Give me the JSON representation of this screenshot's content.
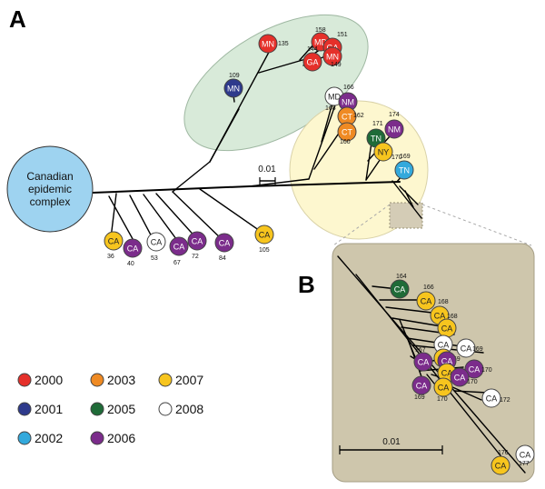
{
  "panels": {
    "a": "A",
    "b": "B"
  },
  "colors": {
    "2000": "#e5302a",
    "2001": "#2e3a8c",
    "2002": "#33a9dc",
    "2003": "#ef8a23",
    "2005": "#1f6b38",
    "2006": "#7b2c8b",
    "2007": "#f7c51e",
    "2008": "#ffffff"
  },
  "root": {
    "label_lines": [
      "Canadian",
      "epidemic",
      "complex"
    ]
  },
  "scale_a": "0.01",
  "scale_b": "0.01",
  "nodes_a": [
    {
      "state": "MN",
      "year": "2000",
      "num": "135"
    },
    {
      "state": "MD",
      "year": "2000",
      "num": "158"
    },
    {
      "state": "GA",
      "year": "2000",
      "num": "151"
    },
    {
      "state": "GA",
      "year": "2000",
      "num": "144"
    },
    {
      "state": "MN",
      "year": "2000",
      "num": "149"
    },
    {
      "state": "MN",
      "year": "2001",
      "num": "109"
    },
    {
      "state": "MD",
      "year": "2008",
      "num": "168"
    },
    {
      "state": "NM",
      "year": "2006",
      "num": "166"
    },
    {
      "state": "CT",
      "year": "2003",
      "num": "162"
    },
    {
      "state": "CT",
      "year": "2003",
      "num": "160"
    },
    {
      "state": "TN",
      "year": "2005",
      "num": "171"
    },
    {
      "state": "NM",
      "year": "2006",
      "num": "174"
    },
    {
      "state": "NY",
      "year": "2007",
      "num": "170"
    },
    {
      "state": "TN",
      "year": "2002",
      "num": "169"
    },
    {
      "state": "CA",
      "year": "2007",
      "num": "36"
    },
    {
      "state": "CA",
      "year": "2006",
      "num": "40"
    },
    {
      "state": "CA",
      "year": "2008",
      "num": "53"
    },
    {
      "state": "CA",
      "year": "2006",
      "num": "67"
    },
    {
      "state": "CA",
      "year": "2006",
      "num": "72"
    },
    {
      "state": "CA",
      "year": "2006",
      "num": "84"
    },
    {
      "state": "CA",
      "year": "2007",
      "num": "105"
    }
  ],
  "nodes_b": [
    {
      "state": "CA",
      "year": "2005",
      "num": "164"
    },
    {
      "state": "CA",
      "year": "2007",
      "num": "166"
    },
    {
      "state": "CA",
      "year": "2007",
      "num": "168"
    },
    {
      "state": "CA",
      "year": "2007",
      "num": "168"
    },
    {
      "state": "CA",
      "year": "2008",
      "num": ""
    },
    {
      "state": "CA",
      "year": "2008",
      "num": "169"
    },
    {
      "state": "CA",
      "year": "2007",
      "num": "169"
    },
    {
      "state": "CA",
      "year": "2006",
      "num": "167"
    },
    {
      "state": "CA",
      "year": "2006",
      "num": ""
    },
    {
      "state": "CA",
      "year": "2007",
      "num": ""
    },
    {
      "state": "CA",
      "year": "2006",
      "num": "170"
    },
    {
      "state": "CA",
      "year": "2006",
      "num": "169"
    },
    {
      "state": "CA",
      "year": "2007",
      "num": "170"
    },
    {
      "state": "CA",
      "year": "2006",
      "num": "170"
    },
    {
      "state": "CA",
      "year": "2008",
      "num": "172"
    },
    {
      "state": "CA",
      "year": "2007",
      "num": "176"
    },
    {
      "state": "CA",
      "year": "2008",
      "num": "177"
    }
  ],
  "legend": [
    {
      "year": "2000"
    },
    {
      "year": "2003"
    },
    {
      "year": "2007"
    },
    {
      "year": "2001"
    },
    {
      "year": "2005"
    },
    {
      "year": "2008"
    },
    {
      "year": "2002"
    },
    {
      "year": "2006"
    }
  ]
}
